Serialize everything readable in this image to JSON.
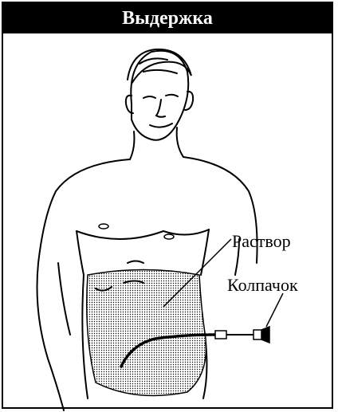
{
  "header": {
    "title": "Выдержка"
  },
  "labels": {
    "solution": "Раствор",
    "cap": "Колпачок"
  },
  "colors": {
    "title_bg": "#000000",
    "title_text": "#ffffff",
    "ink": "#000000",
    "paper": "#ffffff"
  },
  "icons": {
    "figure": "man-torso-illustration",
    "pouch": "dialysate-abdomen-shading",
    "catheter": "peritoneal-catheter-with-cap"
  }
}
